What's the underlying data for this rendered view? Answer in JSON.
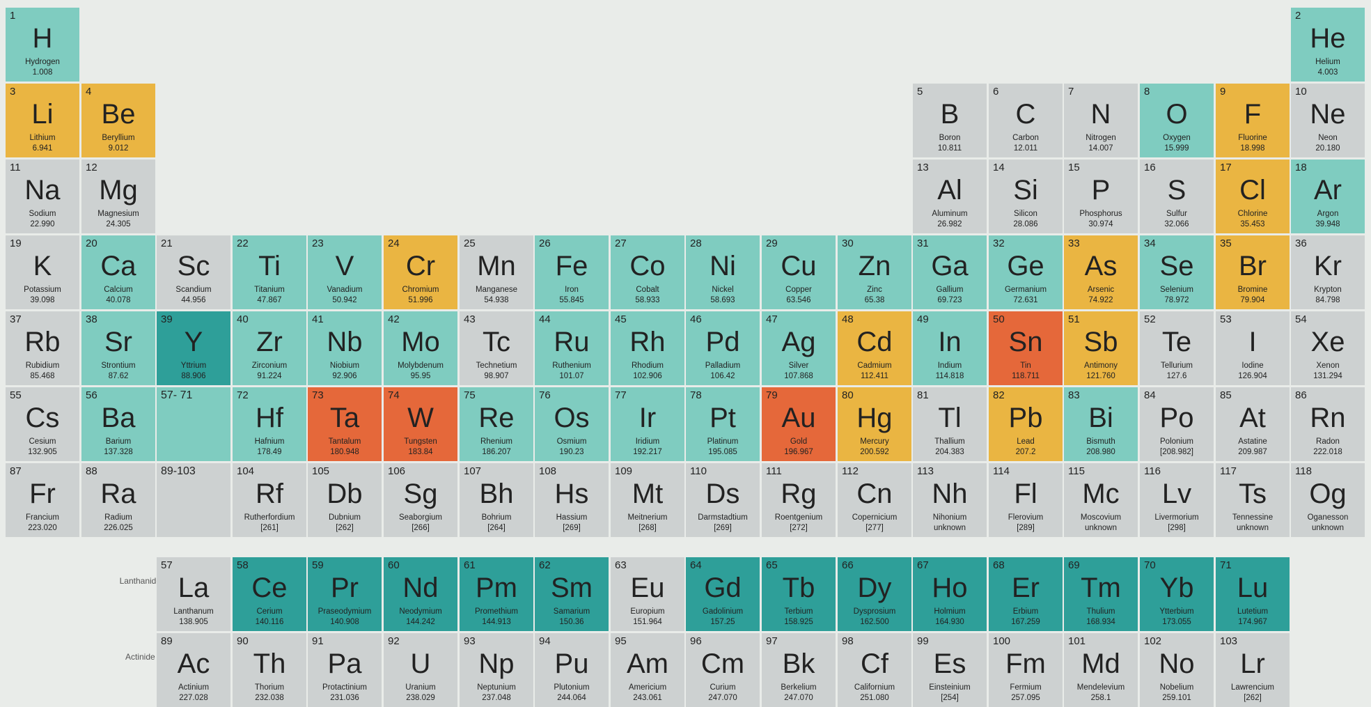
{
  "colors": {
    "gray": "#cdd1d1",
    "teal": "#7fccc0",
    "dteal": "#2e9f99",
    "gold": "#eab542",
    "red": "#e5683a",
    "background": "#e9ece9"
  },
  "series_labels": {
    "lanthanide": "Lanthanide Series",
    "actinide": "Actinide Series"
  },
  "ranges": [
    {
      "text": "57- 71",
      "color": "teal",
      "row": 6,
      "col": 3
    },
    {
      "text": "89-103",
      "color": "gray",
      "row": 7,
      "col": 3
    }
  ],
  "elements": [
    {
      "n": "1",
      "s": "H",
      "name": "Hydrogen",
      "mass": "1.008",
      "color": "teal",
      "row": 1,
      "col": 1
    },
    {
      "n": "2",
      "s": "He",
      "name": "Helium",
      "mass": "4.003",
      "color": "teal",
      "row": 1,
      "col": 18
    },
    {
      "n": "3",
      "s": "Li",
      "name": "Lithium",
      "mass": "6.941",
      "color": "gold",
      "row": 2,
      "col": 1
    },
    {
      "n": "4",
      "s": "Be",
      "name": "Beryllium",
      "mass": "9.012",
      "color": "gold",
      "row": 2,
      "col": 2
    },
    {
      "n": "5",
      "s": "B",
      "name": "Boron",
      "mass": "10.811",
      "color": "gray",
      "row": 2,
      "col": 13
    },
    {
      "n": "6",
      "s": "C",
      "name": "Carbon",
      "mass": "12.011",
      "color": "gray",
      "row": 2,
      "col": 14
    },
    {
      "n": "7",
      "s": "N",
      "name": "Nitrogen",
      "mass": "14.007",
      "color": "gray",
      "row": 2,
      "col": 15
    },
    {
      "n": "8",
      "s": "O",
      "name": "Oxygen",
      "mass": "15.999",
      "color": "teal",
      "row": 2,
      "col": 16
    },
    {
      "n": "9",
      "s": "F",
      "name": "Fluorine",
      "mass": "18.998",
      "color": "gold",
      "row": 2,
      "col": 17
    },
    {
      "n": "10",
      "s": "Ne",
      "name": "Neon",
      "mass": "20.180",
      "color": "gray",
      "row": 2,
      "col": 18
    },
    {
      "n": "11",
      "s": "Na",
      "name": "Sodium",
      "mass": "22.990",
      "color": "gray",
      "row": 3,
      "col": 1
    },
    {
      "n": "12",
      "s": "Mg",
      "name": "Magnesium",
      "mass": "24.305",
      "color": "gray",
      "row": 3,
      "col": 2
    },
    {
      "n": "13",
      "s": "Al",
      "name": "Aluminum",
      "mass": "26.982",
      "color": "gray",
      "row": 3,
      "col": 13
    },
    {
      "n": "14",
      "s": "Si",
      "name": "Silicon",
      "mass": "28.086",
      "color": "gray",
      "row": 3,
      "col": 14
    },
    {
      "n": "15",
      "s": "P",
      "name": "Phosphorus",
      "mass": "30.974",
      "color": "gray",
      "row": 3,
      "col": 15
    },
    {
      "n": "16",
      "s": "S",
      "name": "Sulfur",
      "mass": "32.066",
      "color": "gray",
      "row": 3,
      "col": 16
    },
    {
      "n": "17",
      "s": "Cl",
      "name": "Chlorine",
      "mass": "35.453",
      "color": "gold",
      "row": 3,
      "col": 17
    },
    {
      "n": "18",
      "s": "Ar",
      "name": "Argon",
      "mass": "39.948",
      "color": "teal",
      "row": 3,
      "col": 18
    },
    {
      "n": "19",
      "s": "K",
      "name": "Potassium",
      "mass": "39.098",
      "color": "gray",
      "row": 4,
      "col": 1
    },
    {
      "n": "20",
      "s": "Ca",
      "name": "Calcium",
      "mass": "40.078",
      "color": "teal",
      "row": 4,
      "col": 2
    },
    {
      "n": "21",
      "s": "Sc",
      "name": "Scandium",
      "mass": "44.956",
      "color": "gray",
      "row": 4,
      "col": 3
    },
    {
      "n": "22",
      "s": "Ti",
      "name": "Titanium",
      "mass": "47.867",
      "color": "teal",
      "row": 4,
      "col": 4
    },
    {
      "n": "23",
      "s": "V",
      "name": "Vanadium",
      "mass": "50.942",
      "color": "teal",
      "row": 4,
      "col": 5
    },
    {
      "n": "24",
      "s": "Cr",
      "name": "Chromium",
      "mass": "51.996",
      "color": "gold",
      "row": 4,
      "col": 6
    },
    {
      "n": "25",
      "s": "Mn",
      "name": "Manganese",
      "mass": "54.938",
      "color": "gray",
      "row": 4,
      "col": 7
    },
    {
      "n": "26",
      "s": "Fe",
      "name": "Iron",
      "mass": "55.845",
      "color": "teal",
      "row": 4,
      "col": 8
    },
    {
      "n": "27",
      "s": "Co",
      "name": "Cobalt",
      "mass": "58.933",
      "color": "teal",
      "row": 4,
      "col": 9
    },
    {
      "n": "28",
      "s": "Ni",
      "name": "Nickel",
      "mass": "58.693",
      "color": "teal",
      "row": 4,
      "col": 10
    },
    {
      "n": "29",
      "s": "Cu",
      "name": "Copper",
      "mass": "63.546",
      "color": "teal",
      "row": 4,
      "col": 11
    },
    {
      "n": "30",
      "s": "Zn",
      "name": "Zinc",
      "mass": "65.38",
      "color": "teal",
      "row": 4,
      "col": 12
    },
    {
      "n": "31",
      "s": "Ga",
      "name": "Gallium",
      "mass": "69.723",
      "color": "teal",
      "row": 4,
      "col": 13
    },
    {
      "n": "32",
      "s": "Ge",
      "name": "Germanium",
      "mass": "72.631",
      "color": "teal",
      "row": 4,
      "col": 14
    },
    {
      "n": "33",
      "s": "As",
      "name": "Arsenic",
      "mass": "74.922",
      "color": "gold",
      "row": 4,
      "col": 15
    },
    {
      "n": "34",
      "s": "Se",
      "name": "Selenium",
      "mass": "78.972",
      "color": "teal",
      "row": 4,
      "col": 16
    },
    {
      "n": "35",
      "s": "Br",
      "name": "Bromine",
      "mass": "79.904",
      "color": "gold",
      "row": 4,
      "col": 17
    },
    {
      "n": "36",
      "s": "Kr",
      "name": "Krypton",
      "mass": "84.798",
      "color": "gray",
      "row": 4,
      "col": 18
    },
    {
      "n": "37",
      "s": "Rb",
      "name": "Rubidium",
      "mass": "85.468",
      "color": "gray",
      "row": 5,
      "col": 1
    },
    {
      "n": "38",
      "s": "Sr",
      "name": "Strontium",
      "mass": "87.62",
      "color": "teal",
      "row": 5,
      "col": 2
    },
    {
      "n": "39",
      "s": "Y",
      "name": "Yttrium",
      "mass": "88.906",
      "color": "dteal",
      "row": 5,
      "col": 3
    },
    {
      "n": "40",
      "s": "Zr",
      "name": "Zirconium",
      "mass": "91.224",
      "color": "teal",
      "row": 5,
      "col": 4
    },
    {
      "n": "41",
      "s": "Nb",
      "name": "Niobium",
      "mass": "92.906",
      "color": "teal",
      "row": 5,
      "col": 5
    },
    {
      "n": "42",
      "s": "Mo",
      "name": "Molybdenum",
      "mass": "95.95",
      "color": "teal",
      "row": 5,
      "col": 6
    },
    {
      "n": "43",
      "s": "Tc",
      "name": "Technetium",
      "mass": "98.907",
      "color": "gray",
      "row": 5,
      "col": 7
    },
    {
      "n": "44",
      "s": "Ru",
      "name": "Ruthenium",
      "mass": "101.07",
      "color": "teal",
      "row": 5,
      "col": 8
    },
    {
      "n": "45",
      "s": "Rh",
      "name": "Rhodium",
      "mass": "102.906",
      "color": "teal",
      "row": 5,
      "col": 9
    },
    {
      "n": "46",
      "s": "Pd",
      "name": "Palladium",
      "mass": "106.42",
      "color": "teal",
      "row": 5,
      "col": 10
    },
    {
      "n": "47",
      "s": "Ag",
      "name": "Silver",
      "mass": "107.868",
      "color": "teal",
      "row": 5,
      "col": 11
    },
    {
      "n": "48",
      "s": "Cd",
      "name": "Cadmium",
      "mass": "112.411",
      "color": "gold",
      "row": 5,
      "col": 12
    },
    {
      "n": "49",
      "s": "In",
      "name": "Indium",
      "mass": "114.818",
      "color": "teal",
      "row": 5,
      "col": 13
    },
    {
      "n": "50",
      "s": "Sn",
      "name": "Tin",
      "mass": "118.711",
      "color": "red",
      "row": 5,
      "col": 14
    },
    {
      "n": "51",
      "s": "Sb",
      "name": "Antimony",
      "mass": "121.760",
      "color": "gold",
      "row": 5,
      "col": 15
    },
    {
      "n": "52",
      "s": "Te",
      "name": "Tellurium",
      "mass": "127.6",
      "color": "gray",
      "row": 5,
      "col": 16
    },
    {
      "n": "53",
      "s": "I",
      "name": "Iodine",
      "mass": "126.904",
      "color": "gray",
      "row": 5,
      "col": 17
    },
    {
      "n": "54",
      "s": "Xe",
      "name": "Xenon",
      "mass": "131.294",
      "color": "gray",
      "row": 5,
      "col": 18
    },
    {
      "n": "55",
      "s": "Cs",
      "name": "Cesium",
      "mass": "132.905",
      "color": "gray",
      "row": 6,
      "col": 1
    },
    {
      "n": "56",
      "s": "Ba",
      "name": "Barium",
      "mass": "137.328",
      "color": "teal",
      "row": 6,
      "col": 2
    },
    {
      "n": "72",
      "s": "Hf",
      "name": "Hafnium",
      "mass": "178.49",
      "color": "teal",
      "row": 6,
      "col": 4
    },
    {
      "n": "73",
      "s": "Ta",
      "name": "Tantalum",
      "mass": "180.948",
      "color": "red",
      "row": 6,
      "col": 5
    },
    {
      "n": "74",
      "s": "W",
      "name": "Tungsten",
      "mass": "183.84",
      "color": "red",
      "row": 6,
      "col": 6
    },
    {
      "n": "75",
      "s": "Re",
      "name": "Rhenium",
      "mass": "186.207",
      "color": "teal",
      "row": 6,
      "col": 7
    },
    {
      "n": "76",
      "s": "Os",
      "name": "Osmium",
      "mass": "190.23",
      "color": "teal",
      "row": 6,
      "col": 8
    },
    {
      "n": "77",
      "s": "Ir",
      "name": "Iridium",
      "mass": "192.217",
      "color": "teal",
      "row": 6,
      "col": 9
    },
    {
      "n": "78",
      "s": "Pt",
      "name": "Platinum",
      "mass": "195.085",
      "color": "teal",
      "row": 6,
      "col": 10
    },
    {
      "n": "79",
      "s": "Au",
      "name": "Gold",
      "mass": "196.967",
      "color": "red",
      "row": 6,
      "col": 11
    },
    {
      "n": "80",
      "s": "Hg",
      "name": "Mercury",
      "mass": "200.592",
      "color": "gold",
      "row": 6,
      "col": 12
    },
    {
      "n": "81",
      "s": "Tl",
      "name": "Thallium",
      "mass": "204.383",
      "color": "gray",
      "row": 6,
      "col": 13
    },
    {
      "n": "82",
      "s": "Pb",
      "name": "Lead",
      "mass": "207.2",
      "color": "gold",
      "row": 6,
      "col": 14
    },
    {
      "n": "83",
      "s": "Bi",
      "name": "Bismuth",
      "mass": "208.980",
      "color": "teal",
      "row": 6,
      "col": 15
    },
    {
      "n": "84",
      "s": "Po",
      "name": "Polonium",
      "mass": "[208.982]",
      "color": "gray",
      "row": 6,
      "col": 16
    },
    {
      "n": "85",
      "s": "At",
      "name": "Astatine",
      "mass": "209.987",
      "color": "gray",
      "row": 6,
      "col": 17
    },
    {
      "n": "86",
      "s": "Rn",
      "name": "Radon",
      "mass": "222.018",
      "color": "gray",
      "row": 6,
      "col": 18
    },
    {
      "n": "87",
      "s": "Fr",
      "name": "Francium",
      "mass": "223.020",
      "color": "gray",
      "row": 7,
      "col": 1
    },
    {
      "n": "88",
      "s": "Ra",
      "name": "Radium",
      "mass": "226.025",
      "color": "gray",
      "row": 7,
      "col": 2
    },
    {
      "n": "104",
      "s": "Rf",
      "name": "Rutherfordium",
      "mass": "[261]",
      "color": "gray",
      "row": 7,
      "col": 4
    },
    {
      "n": "105",
      "s": "Db",
      "name": "Dubnium",
      "mass": "[262]",
      "color": "gray",
      "row": 7,
      "col": 5
    },
    {
      "n": "106",
      "s": "Sg",
      "name": "Seaborgium",
      "mass": "[266]",
      "color": "gray",
      "row": 7,
      "col": 6
    },
    {
      "n": "107",
      "s": "Bh",
      "name": "Bohrium",
      "mass": "[264]",
      "color": "gray",
      "row": 7,
      "col": 7
    },
    {
      "n": "108",
      "s": "Hs",
      "name": "Hassium",
      "mass": "[269]",
      "color": "gray",
      "row": 7,
      "col": 8
    },
    {
      "n": "109",
      "s": "Mt",
      "name": "Meitnerium",
      "mass": "[268]",
      "color": "gray",
      "row": 7,
      "col": 9
    },
    {
      "n": "110",
      "s": "Ds",
      "name": "Darmstadtium",
      "mass": "[269]",
      "color": "gray",
      "row": 7,
      "col": 10
    },
    {
      "n": "111",
      "s": "Rg",
      "name": "Roentgenium",
      "mass": "[272]",
      "color": "gray",
      "row": 7,
      "col": 11
    },
    {
      "n": "112",
      "s": "Cn",
      "name": "Copernicium",
      "mass": "[277]",
      "color": "gray",
      "row": 7,
      "col": 12
    },
    {
      "n": "113",
      "s": "Nh",
      "name": "Nihonium",
      "mass": "unknown",
      "color": "gray",
      "row": 7,
      "col": 13
    },
    {
      "n": "114",
      "s": "Fl",
      "name": "Flerovium",
      "mass": "[289]",
      "color": "gray",
      "row": 7,
      "col": 14
    },
    {
      "n": "115",
      "s": "Mc",
      "name": "Moscovium",
      "mass": "unknown",
      "color": "gray",
      "row": 7,
      "col": 15
    },
    {
      "n": "116",
      "s": "Lv",
      "name": "Livermorium",
      "mass": "[298]",
      "color": "gray",
      "row": 7,
      "col": 16
    },
    {
      "n": "117",
      "s": "Ts",
      "name": "Tennessine",
      "mass": "unknown",
      "color": "gray",
      "row": 7,
      "col": 17
    },
    {
      "n": "118",
      "s": "Og",
      "name": "Oganesson",
      "mass": "unknown",
      "color": "gray",
      "row": 7,
      "col": 18
    },
    {
      "n": "57",
      "s": "La",
      "name": "Lanthanum",
      "mass": "138.905",
      "color": "gray",
      "row": 8,
      "col": 3
    },
    {
      "n": "58",
      "s": "Ce",
      "name": "Cerium",
      "mass": "140.116",
      "color": "dteal",
      "row": 8,
      "col": 4
    },
    {
      "n": "59",
      "s": "Pr",
      "name": "Praseodymium",
      "mass": "140.908",
      "color": "dteal",
      "row": 8,
      "col": 5
    },
    {
      "n": "60",
      "s": "Nd",
      "name": "Neodymium",
      "mass": "144.242",
      "color": "dteal",
      "row": 8,
      "col": 6
    },
    {
      "n": "61",
      "s": "Pm",
      "name": "Promethium",
      "mass": "144.913",
      "color": "dteal",
      "row": 8,
      "col": 7
    },
    {
      "n": "62",
      "s": "Sm",
      "name": "Samarium",
      "mass": "150.36",
      "color": "dteal",
      "row": 8,
      "col": 8
    },
    {
      "n": "63",
      "s": "Eu",
      "name": "Europium",
      "mass": "151.964",
      "color": "gray",
      "row": 8,
      "col": 9
    },
    {
      "n": "64",
      "s": "Gd",
      "name": "Gadolinium",
      "mass": "157.25",
      "color": "dteal",
      "row": 8,
      "col": 10
    },
    {
      "n": "65",
      "s": "Tb",
      "name": "Terbium",
      "mass": "158.925",
      "color": "dteal",
      "row": 8,
      "col": 11
    },
    {
      "n": "66",
      "s": "Dy",
      "name": "Dysprosium",
      "mass": "162.500",
      "color": "dteal",
      "row": 8,
      "col": 12
    },
    {
      "n": "67",
      "s": "Ho",
      "name": "Holmium",
      "mass": "164.930",
      "color": "dteal",
      "row": 8,
      "col": 13
    },
    {
      "n": "68",
      "s": "Er",
      "name": "Erbium",
      "mass": "167.259",
      "color": "dteal",
      "row": 8,
      "col": 14
    },
    {
      "n": "69",
      "s": "Tm",
      "name": "Thulium",
      "mass": "168.934",
      "color": "dteal",
      "row": 8,
      "col": 15
    },
    {
      "n": "70",
      "s": "Yb",
      "name": "Ytterbium",
      "mass": "173.055",
      "color": "dteal",
      "row": 8,
      "col": 16
    },
    {
      "n": "71",
      "s": "Lu",
      "name": "Lutetium",
      "mass": "174.967",
      "color": "dteal",
      "row": 8,
      "col": 17
    },
    {
      "n": "89",
      "s": "Ac",
      "name": "Actinium",
      "mass": "227.028",
      "color": "gray",
      "row": 9,
      "col": 3
    },
    {
      "n": "90",
      "s": "Th",
      "name": "Thorium",
      "mass": "232.038",
      "color": "gray",
      "row": 9,
      "col": 4
    },
    {
      "n": "91",
      "s": "Pa",
      "name": "Protactinium",
      "mass": "231.036",
      "color": "gray",
      "row": 9,
      "col": 5
    },
    {
      "n": "92",
      "s": "U",
      "name": "Uranium",
      "mass": "238.029",
      "color": "gray",
      "row": 9,
      "col": 6
    },
    {
      "n": "93",
      "s": "Np",
      "name": "Neptunium",
      "mass": "237.048",
      "color": "gray",
      "row": 9,
      "col": 7
    },
    {
      "n": "94",
      "s": "Pu",
      "name": "Plutonium",
      "mass": "244.064",
      "color": "gray",
      "row": 9,
      "col": 8
    },
    {
      "n": "95",
      "s": "Am",
      "name": "Americium",
      "mass": "243.061",
      "color": "gray",
      "row": 9,
      "col": 9
    },
    {
      "n": "96",
      "s": "Cm",
      "name": "Curium",
      "mass": "247.070",
      "color": "gray",
      "row": 9,
      "col": 10
    },
    {
      "n": "97",
      "s": "Bk",
      "name": "Berkelium",
      "mass": "247.070",
      "color": "gray",
      "row": 9,
      "col": 11
    },
    {
      "n": "98",
      "s": "Cf",
      "name": "Californium",
      "mass": "251.080",
      "color": "gray",
      "row": 9,
      "col": 12
    },
    {
      "n": "99",
      "s": "Es",
      "name": "Einsteinium",
      "mass": "[254]",
      "color": "gray",
      "row": 9,
      "col": 13
    },
    {
      "n": "100",
      "s": "Fm",
      "name": "Fermium",
      "mass": "257.095",
      "color": "gray",
      "row": 9,
      "col": 14
    },
    {
      "n": "101",
      "s": "Md",
      "name": "Mendelevium",
      "mass": "258.1",
      "color": "gray",
      "row": 9,
      "col": 15
    },
    {
      "n": "102",
      "s": "No",
      "name": "Nobelium",
      "mass": "259.101",
      "color": "gray",
      "row": 9,
      "col": 16
    },
    {
      "n": "103",
      "s": "Lr",
      "name": "Lawrencium",
      "mass": "[262]",
      "color": "gray",
      "row": 9,
      "col": 17
    }
  ]
}
